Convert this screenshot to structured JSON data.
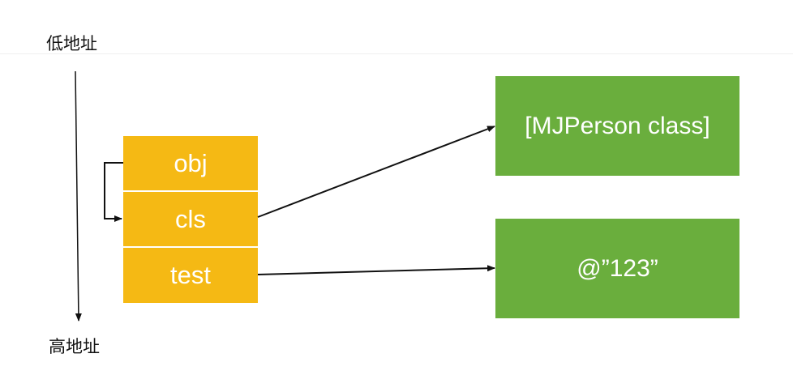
{
  "labels": {
    "low_address": "低地址",
    "high_address": "高地址"
  },
  "stack": [
    {
      "label": "obj"
    },
    {
      "label": "cls"
    },
    {
      "label": "test"
    }
  ],
  "targets": {
    "class_object": "[MJPerson class]",
    "string_literal": "@”123”"
  },
  "colors": {
    "stack_cell": "#f5b914",
    "target_box": "#6aae3d",
    "arrow": "#111111"
  }
}
